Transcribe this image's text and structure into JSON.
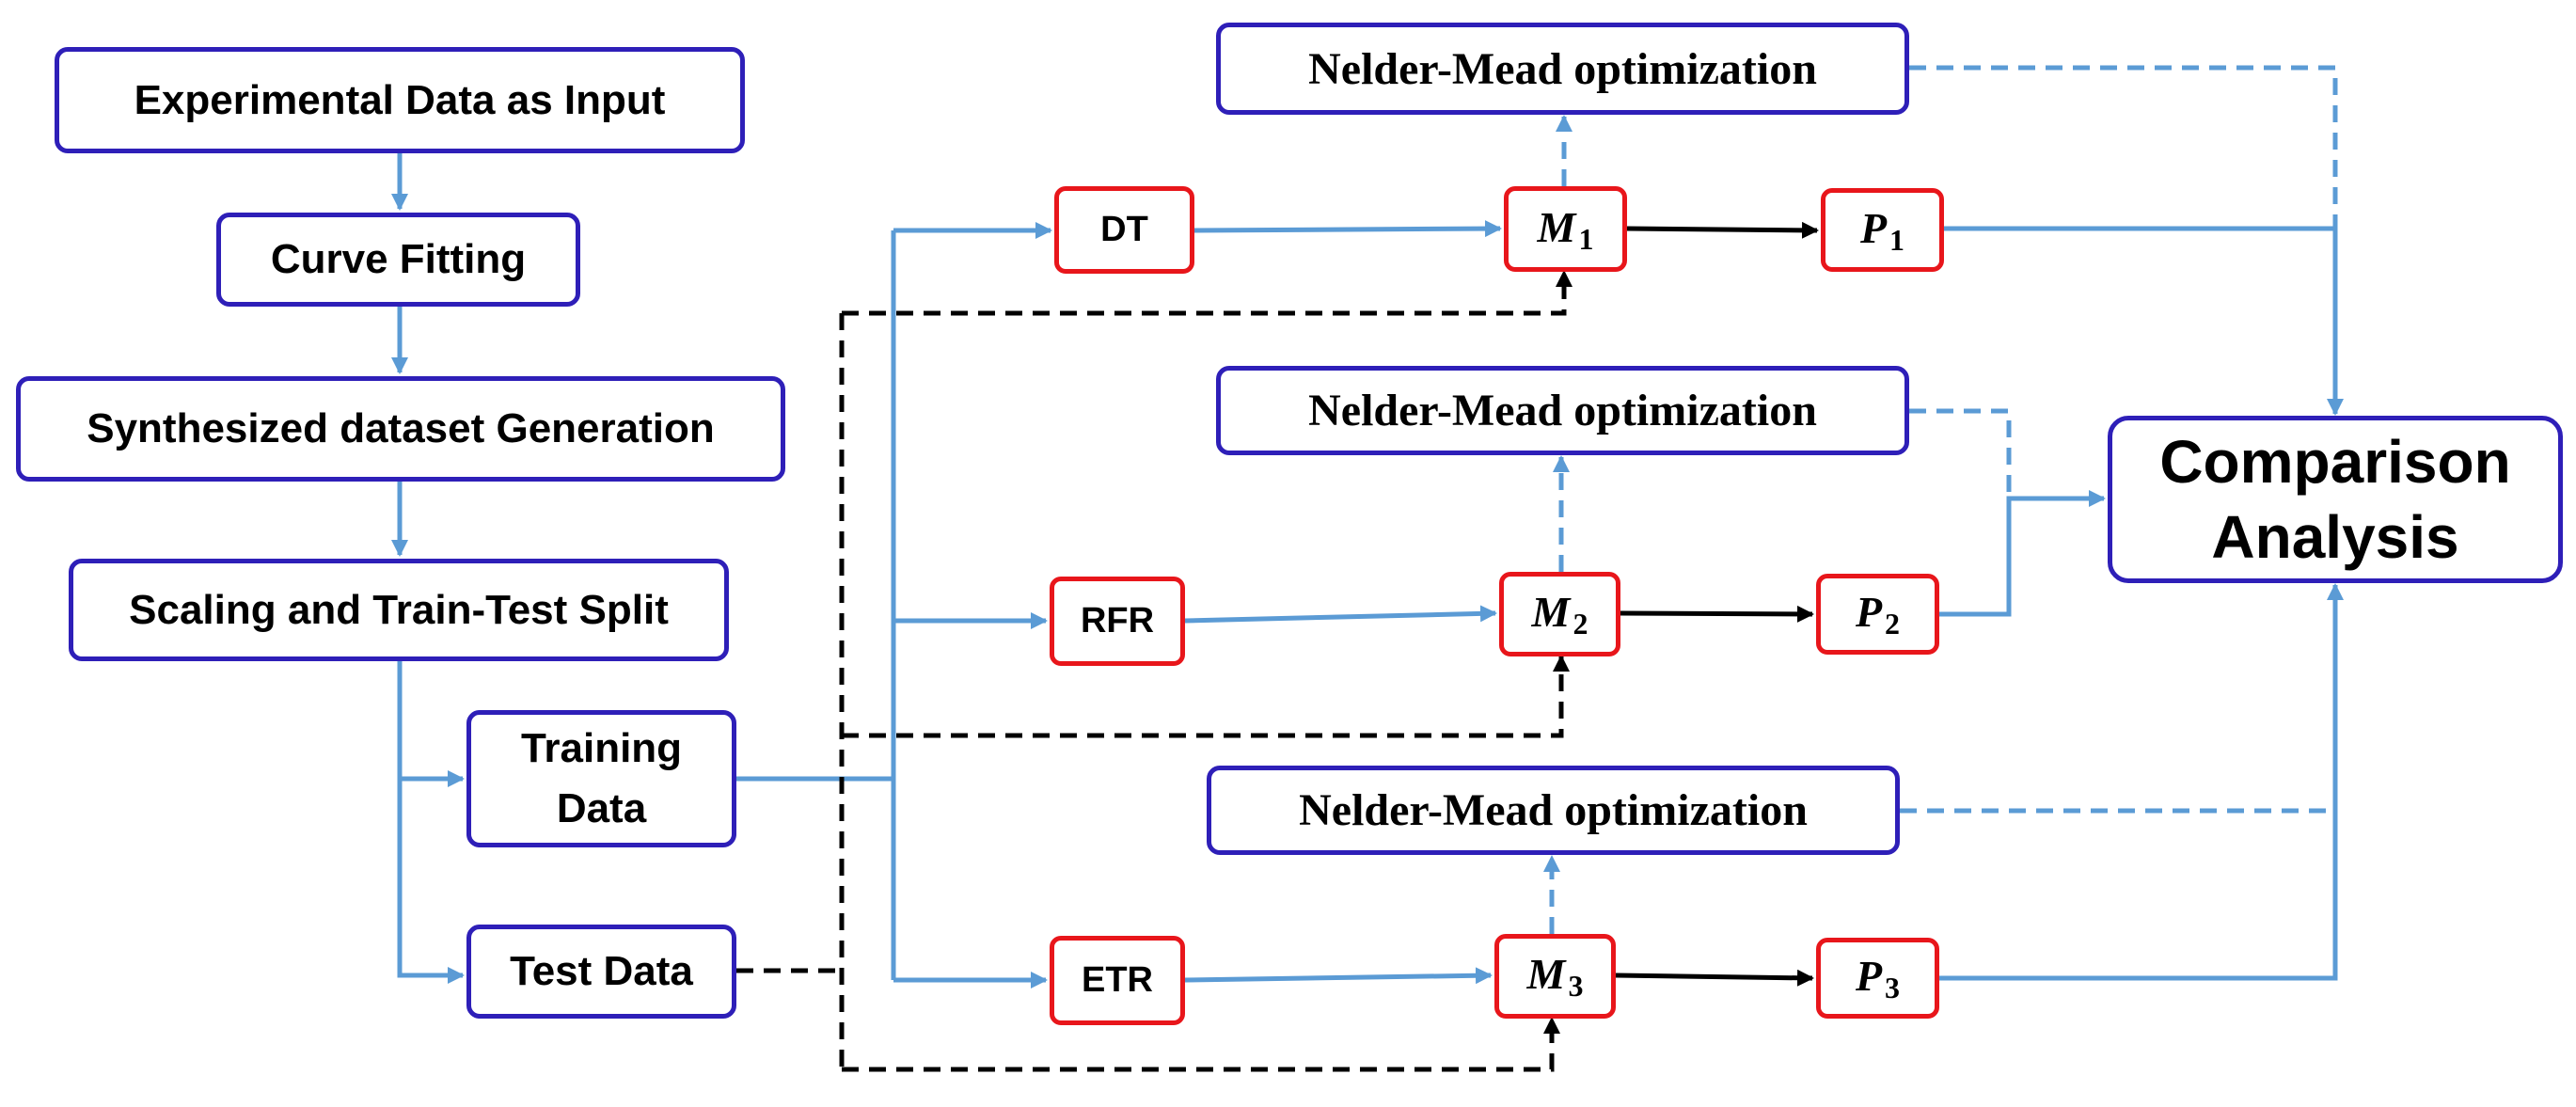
{
  "pipeline": {
    "input": "Experimental Data as Input",
    "curve_fitting": "Curve Fitting",
    "synthesis": "Synthesized dataset Generation",
    "scaling": "Scaling and Train-Test Split",
    "training_line1": "Training",
    "training_line2": "Data",
    "test": "Test Data"
  },
  "branches": [
    {
      "regressor": "DT",
      "model": "M",
      "model_sub": "1",
      "prediction": "P",
      "prediction_sub": "1",
      "optimizer": "Nelder-Mead optimization"
    },
    {
      "regressor": "RFR",
      "model": "M",
      "model_sub": "2",
      "prediction": "P",
      "prediction_sub": "2",
      "optimizer": "Nelder-Mead optimization"
    },
    {
      "regressor": "ETR",
      "model": "M",
      "model_sub": "3",
      "prediction": "P",
      "prediction_sub": "3",
      "optimizer": "Nelder-Mead optimization"
    }
  ],
  "comparison": {
    "line1": "Comparison",
    "line2": "Analysis"
  },
  "colors": {
    "box_border": "#2e1fb8",
    "model_border": "#e8161b",
    "flow_line": "#5b9bd5",
    "test_line": "#000000"
  }
}
